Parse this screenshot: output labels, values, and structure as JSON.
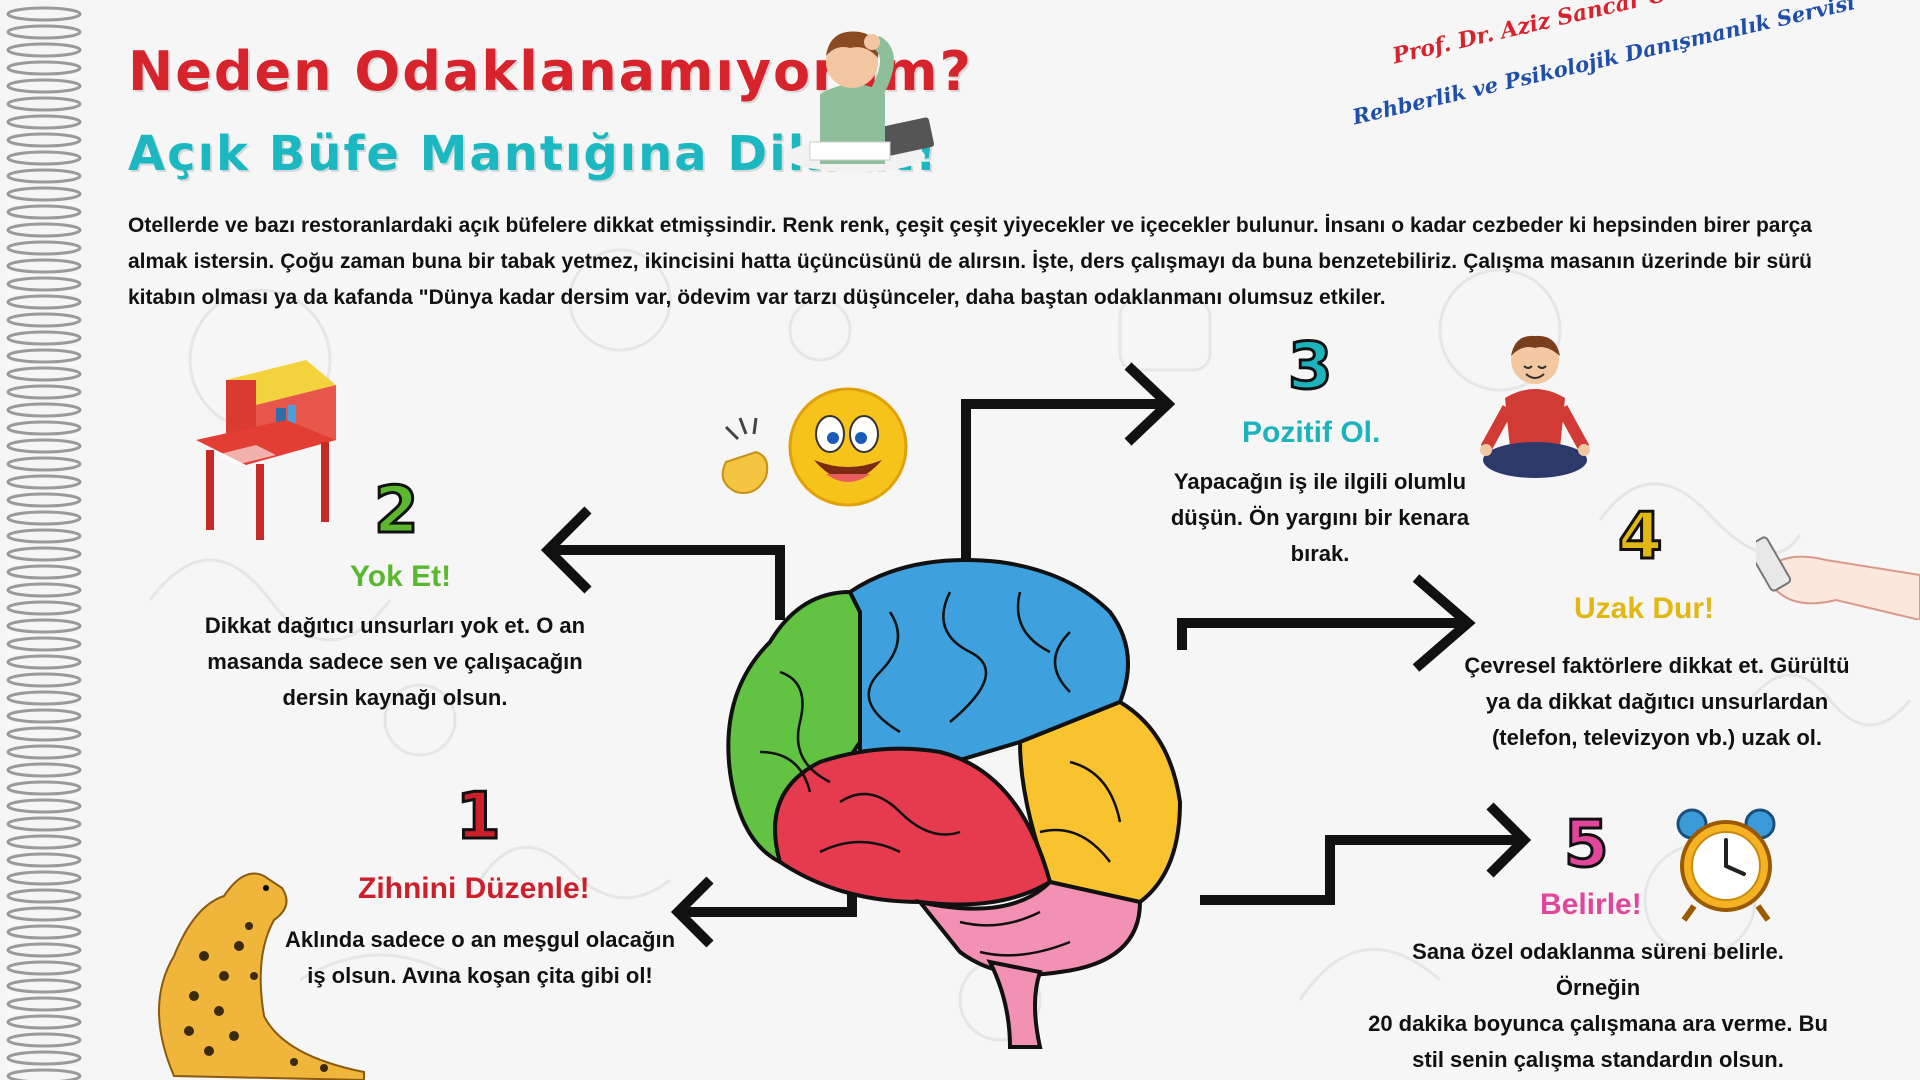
{
  "header": {
    "title": "Neden Odaklanamıyorum?",
    "subtitle": "Açık Büfe Mantığına Dikkat!",
    "school_line1": "Prof. Dr. Aziz Sancar Ortaokulu",
    "school_line2": "Rehberlik ve Psikolojik Danışmanlık Servisi"
  },
  "intro": "Otellerde ve bazı restoranlardaki açık büfelere dikkat etmişsindir. Renk renk, çeşit çeşit yiyecekler ve içecekler bulunur. İnsanı o kadar cezbeder ki hepsinden birer parça almak istersin. Çoğu zaman buna bir tabak yetmez, ikincisini hatta üçüncüsünü de alırsın. İşte, ders çalışmayı da buna benzetebiliriz. Çalışma masanın üzerinde bir sürü kitabın olması ya da kafanda \"Dünya kadar dersim var, ödevim var tarzı düşünceler, daha baştan odaklanmanı olumsuz etkiler.",
  "steps": [
    {
      "number": "1",
      "title": "Zihnini Düzenle!",
      "text_lines": [
        "Aklında sadece o an meşgul olacağın",
        "iş olsun. Avına koşan çita gibi ol!"
      ],
      "color": "#cc1f2a"
    },
    {
      "number": "2",
      "title": "Yok Et!",
      "text_lines": [
        "Dikkat dağıtıcı unsurları yok et. O an",
        "masanda sadece sen ve çalışacağın",
        "dersin kaynağı olsun."
      ],
      "color": "#5bb82e"
    },
    {
      "number": "3",
      "title": "Pozitif Ol.",
      "text_lines": [
        "Yapacağın iş ile ilgili olumlu",
        "düşün. Ön yargını bir kenara",
        "bırak."
      ],
      "color": "#1cb3bd"
    },
    {
      "number": "4",
      "title": "Uzak Dur!",
      "text_lines": [
        "Çevresel faktörlere dikkat et. Gürültü",
        "ya da dikkat dağıtıcı unsurlardan",
        "(telefon, televizyon vb.) uzak ol."
      ],
      "color": "#e1b712"
    },
    {
      "number": "5",
      "title": "Belirle!",
      "text_lines": [
        "Sana özel odaklanma süreni belirle. Örneğin",
        "20 dakika boyunca çalışmana ara verme. Bu",
        "stil senin çalışma standardın olsun."
      ],
      "color": "#e2469a"
    }
  ],
  "icons": [
    "thinking-boy-icon",
    "desk-icon",
    "smiley-icon",
    "meditating-boy-icon",
    "hand-phone-icon",
    "cheetah-icon",
    "alarm-clock-icon",
    "brain-icon"
  ]
}
